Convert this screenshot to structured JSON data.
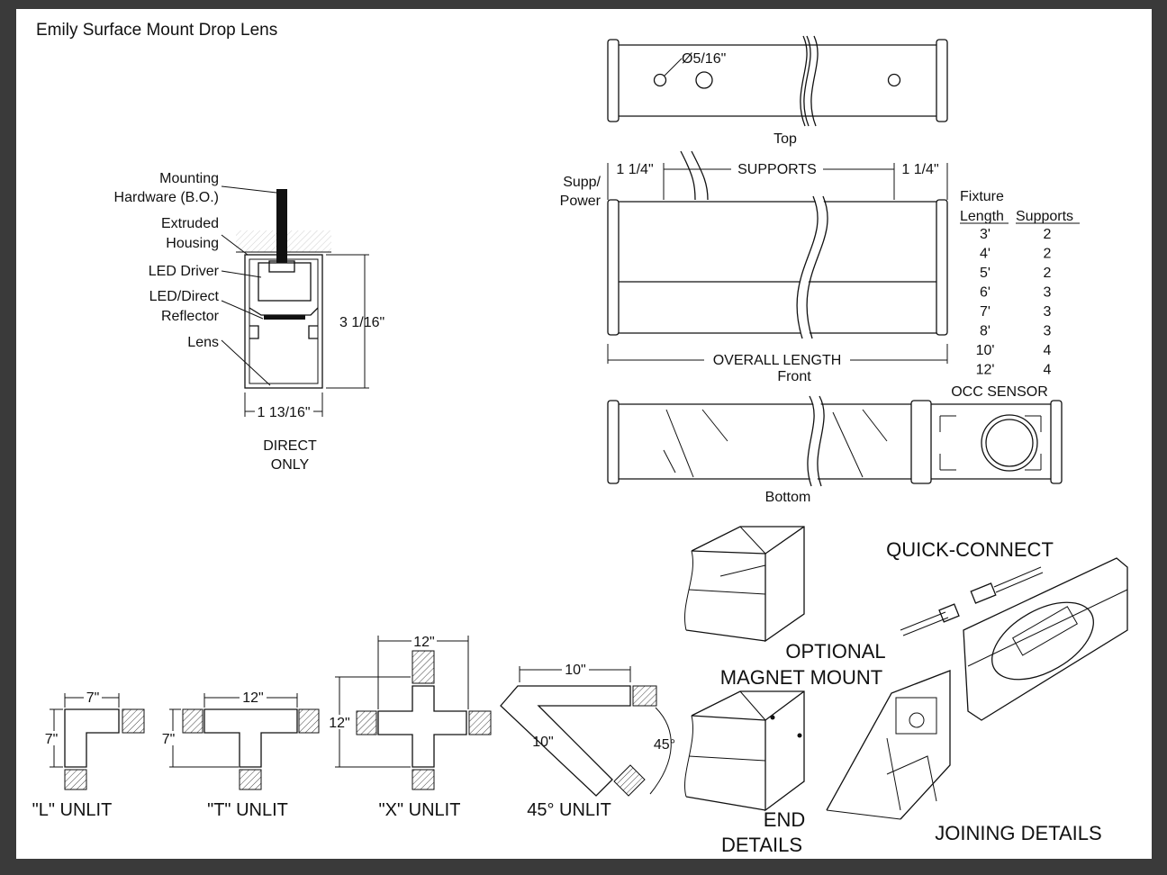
{
  "title": "Emily Surface Mount Drop Lens",
  "section": {
    "callouts": {
      "mounting": [
        "Mounting",
        "Hardware (B.O.)"
      ],
      "housing": [
        "Extruded",
        "Housing"
      ],
      "driver": "LED Driver",
      "reflector": [
        "LED/Direct",
        "Reflector"
      ],
      "lens": "Lens"
    },
    "height_dim": "3 1/16\"",
    "width_dim": "1 13/16\"",
    "mode": [
      "DIRECT",
      "ONLY"
    ]
  },
  "top_view": {
    "hole_dim": "Ø5/16\"",
    "label": "Top"
  },
  "front_view": {
    "supp_power": [
      "Supp/",
      "Power"
    ],
    "left_offset": "1 1/4\"",
    "supports_label": "SUPPORTS",
    "right_offset": "1 1/4\"",
    "overall_length": "OVERALL LENGTH",
    "label": "Front"
  },
  "supports_table": {
    "header_top": "Fixture",
    "col1": "Length",
    "col2": "Supports",
    "rows": [
      {
        "length": "3'",
        "supports": "2"
      },
      {
        "length": "4'",
        "supports": "2"
      },
      {
        "length": "5'",
        "supports": "2"
      },
      {
        "length": "6'",
        "supports": "3"
      },
      {
        "length": "7'",
        "supports": "3"
      },
      {
        "length": "8'",
        "supports": "3"
      },
      {
        "length": "10'",
        "supports": "4"
      },
      {
        "length": "12'",
        "supports": "4"
      }
    ]
  },
  "bottom_view": {
    "sensor_label": "OCC SENSOR",
    "label": "Bottom"
  },
  "corners": {
    "l": {
      "dim_w": "7\"",
      "dim_h": "7\"",
      "label": "\"L\" UNLIT"
    },
    "t": {
      "dim_w": "12\"",
      "dim_h": "7\"",
      "label": "\"T\" UNLIT"
    },
    "x": {
      "dim_w": "12\"",
      "dim_h": "12\"",
      "label": "\"X\" UNLIT"
    },
    "a45": {
      "dim_top": "10\"",
      "dim_side": "10\"",
      "angle": "45°",
      "label": "45° UNLIT"
    }
  },
  "details": {
    "quick_connect": "QUICK-CONNECT",
    "magnet_mount": [
      "OPTIONAL",
      "MAGNET MOUNT"
    ],
    "end_details": [
      "END",
      "DETAILS"
    ],
    "joining": "JOINING DETAILS"
  }
}
